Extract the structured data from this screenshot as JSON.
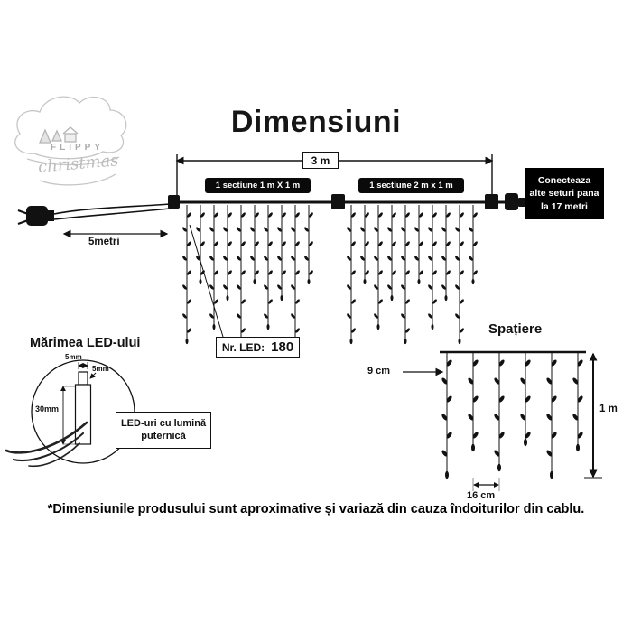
{
  "title": "Dimensiuni",
  "logo": {
    "line1": "FLIPPY",
    "line2": "christmas"
  },
  "colors": {
    "ink": "#111111",
    "label_bg": "#000000",
    "logo_gray": "#bdbdbd"
  },
  "diagram": {
    "total_width_label": "3 m",
    "section1_label": "1 sectiune 1 m X 1 m",
    "section2_label": "1 sectiune 2 m x 1 m",
    "lead_length_label": "5metri",
    "connect_note": "Conecteaza alte seturi pana la 17 metri",
    "led_count": {
      "label": "Nr. LED:",
      "value": "180"
    }
  },
  "led_size": {
    "heading": "Mărimea LED-ului",
    "tip_width_label": "5mm",
    "tip_height_label": "5mm",
    "body_height_label": "30mm",
    "callout": "LED-uri cu lumină puternică"
  },
  "spacing": {
    "heading": "Spațiere",
    "vertical_gap_label": "9 cm",
    "height_label": "1 m",
    "horizontal_gap_label": "16 cm"
  },
  "footnote": "*Dimensiunile produsului sunt aproximative și variază din cauza îndoiturilor din cablu."
}
